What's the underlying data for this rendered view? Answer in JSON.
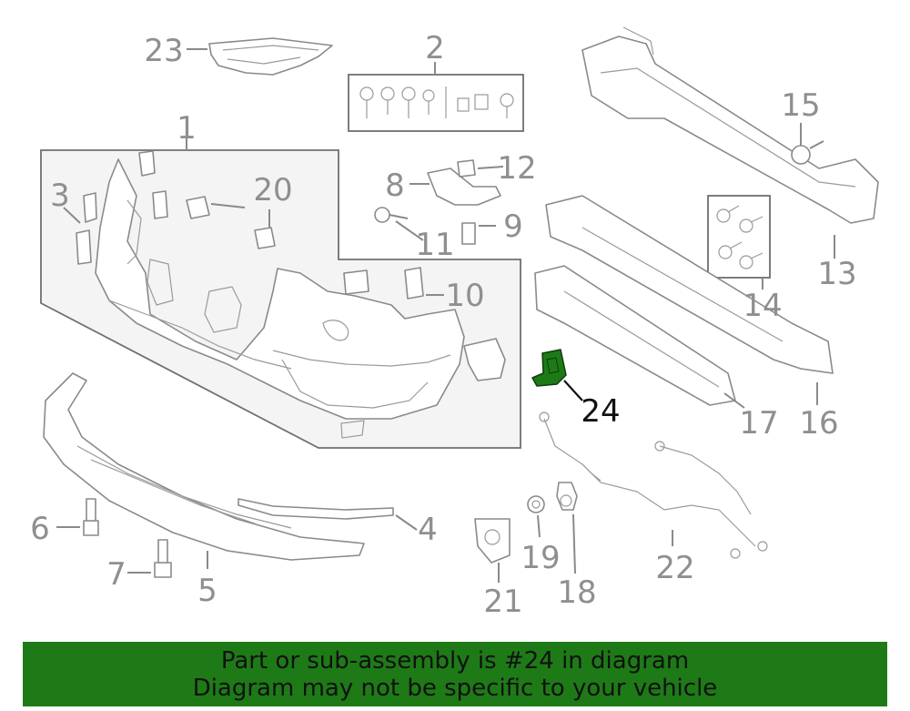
{
  "callouts": [
    "1",
    "2",
    "3",
    "4",
    "5",
    "6",
    "7",
    "8",
    "9",
    "10",
    "11",
    "12",
    "13",
    "14",
    "15",
    "16",
    "17",
    "18",
    "19",
    "20",
    "21",
    "22",
    "23",
    "24"
  ],
  "highlighted_part": "24",
  "highlight_color": "#1e7a17",
  "banner": {
    "line1": "Part or sub-assembly is #24 in diagram",
    "line2": "Diagram may not be specific to your vehicle"
  }
}
